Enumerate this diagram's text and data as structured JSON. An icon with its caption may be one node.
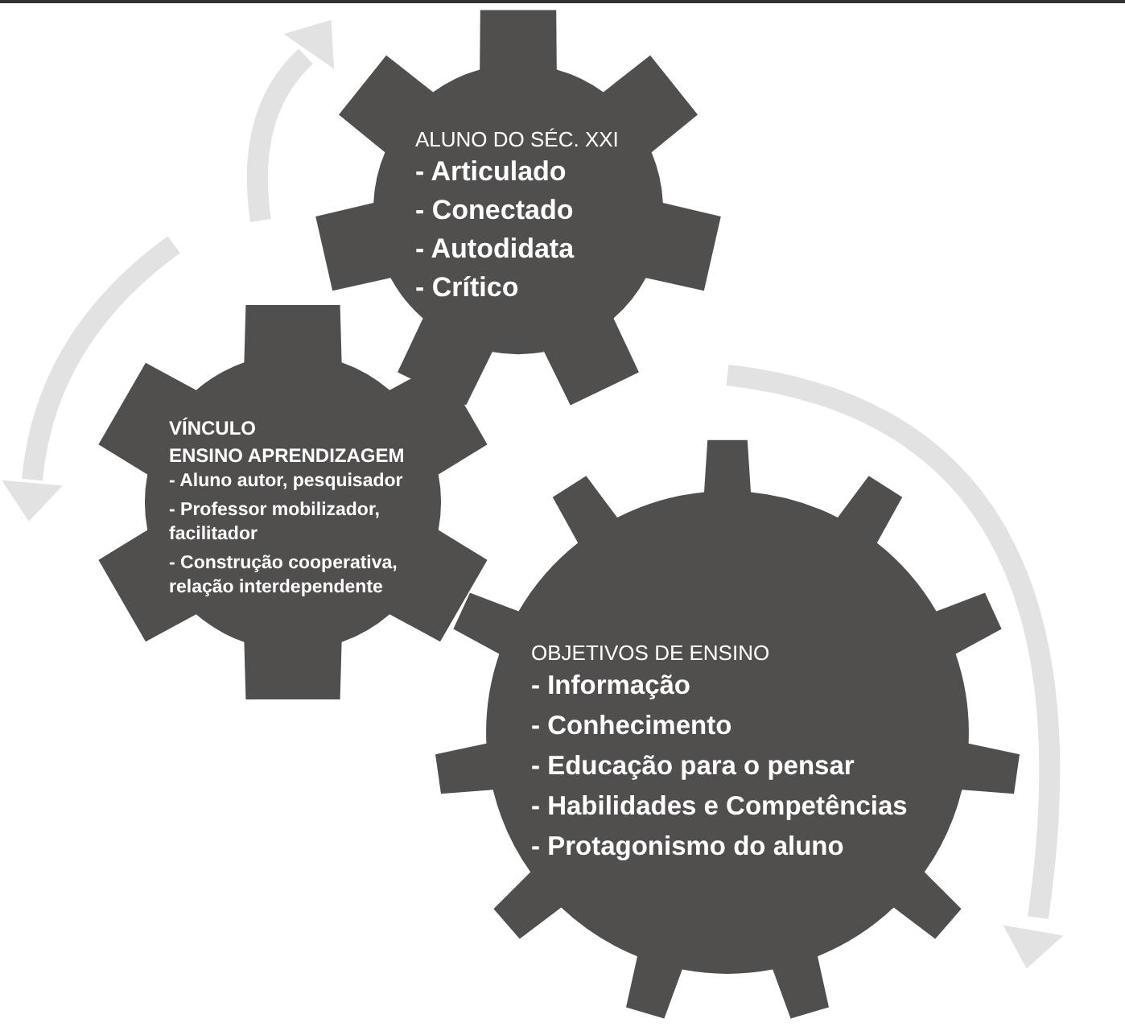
{
  "diagram": {
    "nodes": [
      {
        "text": [
          "ALUNO DO SÉC. XXI",
          "- Articulado",
          "- Conectado",
          "- Autodidata",
          "- Crítico"
        ]
      },
      {
        "text": [
          "VÍNCULO",
          "ENSINO APRENDIZAGEM",
          "- Aluno autor, pesquisador",
          "- Professor mobilizador, facilitador",
          "- Construção cooperativa, relação interdependente"
        ]
      },
      {
        "text": [
          "OBJETIVOS DE ENSINO",
          "- Informação",
          "- Conhecimento",
          "- Educação para o pensar",
          "- Habilidades e Competências",
          "- Protagonismo do aluno"
        ]
      }
    ]
  }
}
